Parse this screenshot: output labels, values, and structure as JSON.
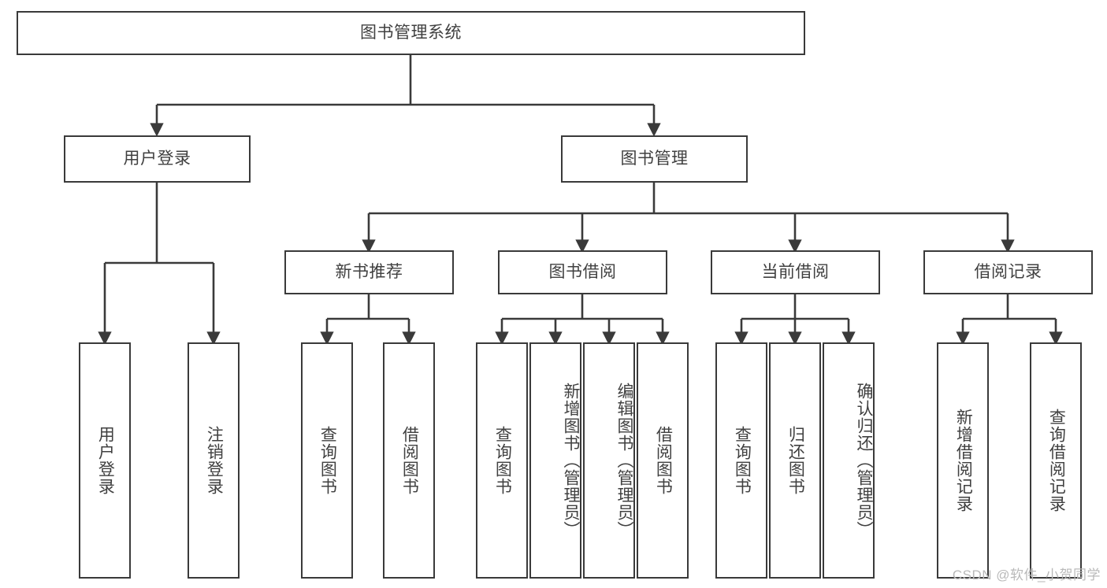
{
  "diagram": {
    "title": "图书管理系统",
    "type": "tree",
    "root": {
      "id": "root",
      "label": "图书管理系统"
    },
    "level2": [
      {
        "id": "user-login",
        "label": "用户登录"
      },
      {
        "id": "book-manage",
        "label": "图书管理"
      }
    ],
    "level3": [
      {
        "id": "new-book-rec",
        "label": "新书推荐",
        "parent": "book-manage"
      },
      {
        "id": "book-borrow",
        "label": "图书借阅",
        "parent": "book-manage"
      },
      {
        "id": "current-borrow",
        "label": "当前借阅",
        "parent": "book-manage"
      },
      {
        "id": "borrow-record",
        "label": "借阅记录",
        "parent": "book-manage"
      }
    ],
    "leaves": [
      {
        "id": "leaf-user-login",
        "label": "用户登录",
        "parent": "user-login"
      },
      {
        "id": "leaf-logout",
        "label": "注销登录",
        "parent": "user-login"
      },
      {
        "id": "leaf-query-book-1",
        "label": "查询图书",
        "parent": "new-book-rec"
      },
      {
        "id": "leaf-borrow-book-1",
        "label": "借阅图书",
        "parent": "new-book-rec"
      },
      {
        "id": "leaf-query-book-2",
        "label": "查询图书",
        "parent": "book-borrow"
      },
      {
        "id": "leaf-add-book",
        "label": "新增图书（管理员）",
        "parent": "book-borrow"
      },
      {
        "id": "leaf-edit-book",
        "label": "编辑图书（管理员）",
        "parent": "book-borrow"
      },
      {
        "id": "leaf-borrow-book-2",
        "label": "借阅图书",
        "parent": "book-borrow"
      },
      {
        "id": "leaf-query-book-3",
        "label": "查询图书",
        "parent": "current-borrow"
      },
      {
        "id": "leaf-return-book",
        "label": "归还图书",
        "parent": "current-borrow"
      },
      {
        "id": "leaf-confirm-return",
        "label": "确认归还（管理员）",
        "parent": "current-borrow"
      },
      {
        "id": "leaf-add-record",
        "label": "新增借阅记录",
        "parent": "borrow-record"
      },
      {
        "id": "leaf-query-record",
        "label": "查询借阅记录",
        "parent": "borrow-record"
      }
    ]
  },
  "watermark": {
    "text": "CSDN @软件_小贺同学"
  },
  "colors": {
    "stroke": "#3a3a3a",
    "text": "#404040",
    "background": "#ffffff",
    "watermark": "#b9b9b9"
  }
}
